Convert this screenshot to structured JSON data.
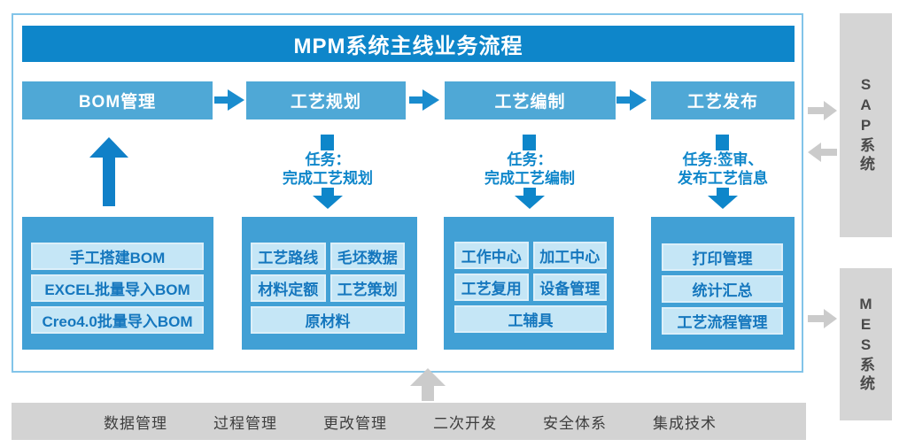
{
  "colors": {
    "primary_blue": "#0E86CA",
    "stage_blue": "#4FA8D6",
    "group_blue": "#41A0D5",
    "item_bg": "#C5E6F6",
    "item_border": "#DCEFF9",
    "item_text": "#1577BE",
    "frame_border": "#82C4E9",
    "gray_box": "#D5D5D5",
    "gray_bar": "#D3D3D3",
    "gray_arrow": "#CBCBCB",
    "gray_text": "#4A4A4A"
  },
  "header": {
    "title": "MPM系统主线业务流程"
  },
  "stages": [
    {
      "label": "BOM管理"
    },
    {
      "label": "工艺规划"
    },
    {
      "label": "工艺编制"
    },
    {
      "label": "工艺发布"
    }
  ],
  "tasks": [
    {
      "line1": "任务：",
      "line2": "完成工艺规划"
    },
    {
      "line1": "任务：",
      "line2": "完成工艺编制"
    },
    {
      "line1": "任务:签审、",
      "line2": "发布工艺信息"
    }
  ],
  "groups": [
    {
      "items": [
        "手工搭建BOM",
        "EXCEL批量导入BOM",
        "Creo4.0批量导入BOM"
      ]
    },
    {
      "items": [
        "工艺路线",
        "毛坯数据",
        "材料定额",
        "工艺策划",
        "原材料"
      ]
    },
    {
      "items": [
        "工作中心",
        "加工中心",
        "工艺复用",
        "设备管理",
        "工辅具"
      ]
    },
    {
      "items": [
        "打印管理",
        "统计汇总",
        "工艺流程管理"
      ]
    }
  ],
  "side_systems": [
    {
      "label": "SAP系统"
    },
    {
      "label": "MES系统"
    }
  ],
  "footer": {
    "items": [
      "数据管理",
      "过程管理",
      "更改管理",
      "二次开发",
      "安全体系",
      "集成技术"
    ]
  }
}
